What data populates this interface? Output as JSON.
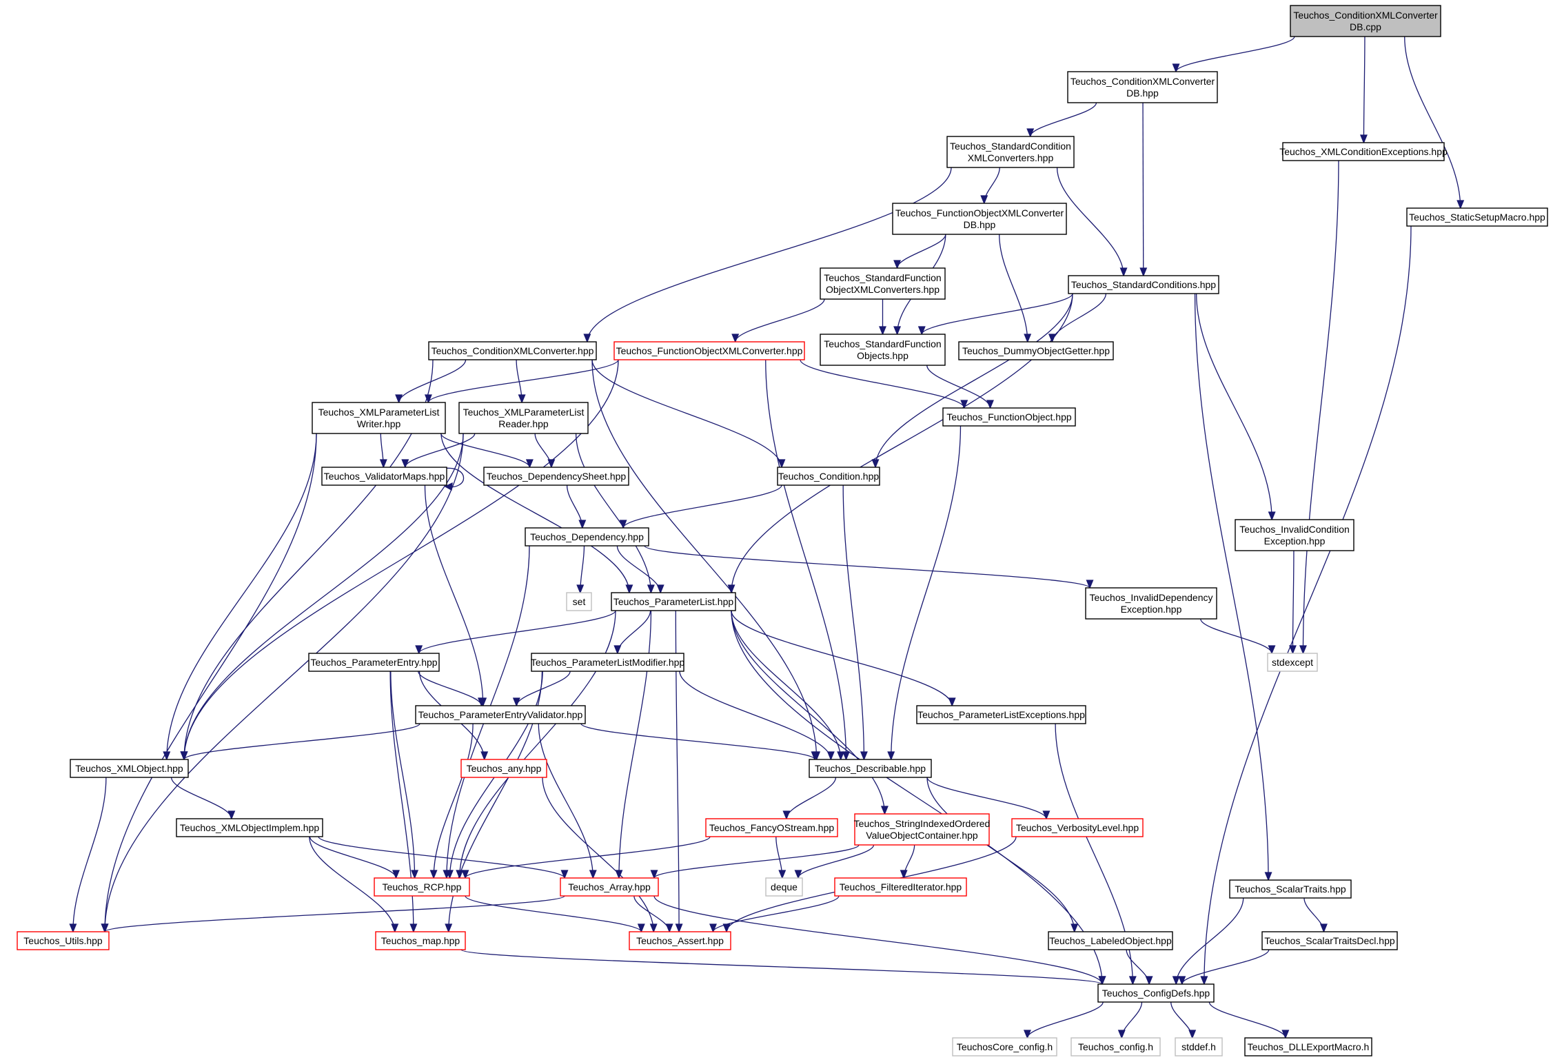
{
  "title": "Teuchos_ConditionXMLConverterDB.cpp include dependency graph",
  "colors": {
    "edge": "#191970",
    "normal_border": "#000000",
    "truncated_border": "#ff0000",
    "system_border": "#bfbfbf",
    "root_fill": "#bfbfbf"
  },
  "nodes": [
    {
      "id": "root",
      "lines": [
        "Teuchos_ConditionXMLConverter",
        "DB.cpp"
      ],
      "kind": "root"
    },
    {
      "id": "condxmlconvdb_hpp",
      "lines": [
        "Teuchos_ConditionXMLConverter",
        "DB.hpp"
      ],
      "kind": "normal"
    },
    {
      "id": "xmlcondexc",
      "lines": [
        "Teuchos_XMLConditionExceptions.hpp"
      ],
      "kind": "normal"
    },
    {
      "id": "staticsetup",
      "lines": [
        "Teuchos_StaticSetupMacro.hpp"
      ],
      "kind": "normal"
    },
    {
      "id": "stdcondxmlconv",
      "lines": [
        "Teuchos_StandardCondition",
        "XMLConverters.hpp"
      ],
      "kind": "normal"
    },
    {
      "id": "funcobjxmlconvdb",
      "lines": [
        "Teuchos_FunctionObjectXMLConverter",
        "DB.hpp"
      ],
      "kind": "normal"
    },
    {
      "id": "stdconditions",
      "lines": [
        "Teuchos_StandardConditions.hpp"
      ],
      "kind": "normal"
    },
    {
      "id": "stdfuncobjxmlconv",
      "lines": [
        "Teuchos_StandardFunction",
        "ObjectXMLConverters.hpp"
      ],
      "kind": "normal"
    },
    {
      "id": "condxmlconv",
      "lines": [
        "Teuchos_ConditionXMLConverter.hpp"
      ],
      "kind": "normal"
    },
    {
      "id": "funcobjxmlconv",
      "lines": [
        "Teuchos_FunctionObjectXMLConverter.hpp"
      ],
      "kind": "red"
    },
    {
      "id": "stdfuncobj",
      "lines": [
        "Teuchos_StandardFunction",
        "Objects.hpp"
      ],
      "kind": "normal"
    },
    {
      "id": "dummyobj",
      "lines": [
        "Teuchos_DummyObjectGetter.hpp"
      ],
      "kind": "normal"
    },
    {
      "id": "xmlplwriter",
      "lines": [
        "Teuchos_XMLParameterList",
        "Writer.hpp"
      ],
      "kind": "normal"
    },
    {
      "id": "xmlplreader",
      "lines": [
        "Teuchos_XMLParameterList",
        "Reader.hpp"
      ],
      "kind": "normal"
    },
    {
      "id": "funcobj",
      "lines": [
        "Teuchos_FunctionObject.hpp"
      ],
      "kind": "normal"
    },
    {
      "id": "validatormaps",
      "lines": [
        "Teuchos_ValidatorMaps.hpp"
      ],
      "kind": "normal"
    },
    {
      "id": "depsheet",
      "lines": [
        "Teuchos_DependencySheet.hpp"
      ],
      "kind": "normal"
    },
    {
      "id": "condition",
      "lines": [
        "Teuchos_Condition.hpp"
      ],
      "kind": "normal"
    },
    {
      "id": "invalidcondexc",
      "lines": [
        "Teuchos_InvalidCondition",
        "Exception.hpp"
      ],
      "kind": "normal"
    },
    {
      "id": "dependency",
      "lines": [
        "Teuchos_Dependency.hpp"
      ],
      "kind": "normal"
    },
    {
      "id": "set",
      "lines": [
        "set"
      ],
      "kind": "gray"
    },
    {
      "id": "paramlist",
      "lines": [
        "Teuchos_ParameterList.hpp"
      ],
      "kind": "normal"
    },
    {
      "id": "invaliddepexc",
      "lines": [
        "Teuchos_InvalidDependency",
        "Exception.hpp"
      ],
      "kind": "normal"
    },
    {
      "id": "stdexcept",
      "lines": [
        "stdexcept"
      ],
      "kind": "gray"
    },
    {
      "id": "paramentry",
      "lines": [
        "Teuchos_ParameterEntry.hpp"
      ],
      "kind": "normal"
    },
    {
      "id": "plmodifier",
      "lines": [
        "Teuchos_ParameterListModifier.hpp"
      ],
      "kind": "normal"
    },
    {
      "id": "plexceptions",
      "lines": [
        "Teuchos_ParameterListExceptions.hpp"
      ],
      "kind": "normal"
    },
    {
      "id": "peval",
      "lines": [
        "Teuchos_ParameterEntryValidator.hpp"
      ],
      "kind": "normal"
    },
    {
      "id": "xmlobject",
      "lines": [
        "Teuchos_XMLObject.hpp"
      ],
      "kind": "normal"
    },
    {
      "id": "any",
      "lines": [
        "Teuchos_any.hpp"
      ],
      "kind": "red"
    },
    {
      "id": "describable",
      "lines": [
        "Teuchos_Describable.hpp"
      ],
      "kind": "normal"
    },
    {
      "id": "xmlobjimpl",
      "lines": [
        "Teuchos_XMLObjectImplem.hpp"
      ],
      "kind": "normal"
    },
    {
      "id": "fancyostream",
      "lines": [
        "Teuchos_FancyOStream.hpp"
      ],
      "kind": "red"
    },
    {
      "id": "strindexed",
      "lines": [
        "Teuchos_StringIndexedOrdered",
        "ValueObjectContainer.hpp"
      ],
      "kind": "red"
    },
    {
      "id": "verbosity",
      "lines": [
        "Teuchos_VerbosityLevel.hpp"
      ],
      "kind": "red"
    },
    {
      "id": "rcp",
      "lines": [
        "Teuchos_RCP.hpp"
      ],
      "kind": "red"
    },
    {
      "id": "array",
      "lines": [
        "Teuchos_Array.hpp"
      ],
      "kind": "red"
    },
    {
      "id": "deque",
      "lines": [
        "deque"
      ],
      "kind": "gray"
    },
    {
      "id": "filterediter",
      "lines": [
        "Teuchos_FilteredIterator.hpp"
      ],
      "kind": "red"
    },
    {
      "id": "scalartraits",
      "lines": [
        "Teuchos_ScalarTraits.hpp"
      ],
      "kind": "normal"
    },
    {
      "id": "utils",
      "lines": [
        "Teuchos_Utils.hpp"
      ],
      "kind": "red"
    },
    {
      "id": "map",
      "lines": [
        "Teuchos_map.hpp"
      ],
      "kind": "red"
    },
    {
      "id": "assert",
      "lines": [
        "Teuchos_Assert.hpp"
      ],
      "kind": "red"
    },
    {
      "id": "labeledobj",
      "lines": [
        "Teuchos_LabeledObject.hpp"
      ],
      "kind": "normal"
    },
    {
      "id": "scalartraitsdecl",
      "lines": [
        "Teuchos_ScalarTraitsDecl.hpp"
      ],
      "kind": "normal"
    },
    {
      "id": "configdefs",
      "lines": [
        "Teuchos_ConfigDefs.hpp"
      ],
      "kind": "normal"
    },
    {
      "id": "coreconfig",
      "lines": [
        "TeuchosCore_config.h"
      ],
      "kind": "gray"
    },
    {
      "id": "config",
      "lines": [
        "Teuchos_config.h"
      ],
      "kind": "gray"
    },
    {
      "id": "stddef",
      "lines": [
        "stddef.h"
      ],
      "kind": "gray"
    },
    {
      "id": "dllexport",
      "lines": [
        "Teuchos_DLLExportMacro.h"
      ],
      "kind": "normal"
    }
  ],
  "edges": [
    [
      "root",
      "condxmlconvdb_hpp"
    ],
    [
      "root",
      "xmlcondexc"
    ],
    [
      "root",
      "staticsetup"
    ],
    [
      "condxmlconvdb_hpp",
      "stdcondxmlconv"
    ],
    [
      "condxmlconvdb_hpp",
      "stdconditions"
    ],
    [
      "stdcondxmlconv",
      "funcobjxmlconvdb"
    ],
    [
      "stdcondxmlconv",
      "stdconditions"
    ],
    [
      "stdcondxmlconv",
      "condxmlconv"
    ],
    [
      "funcobjxmlconvdb",
      "stdfuncobjxmlconv"
    ],
    [
      "funcobjxmlconvdb",
      "stdfuncobj"
    ],
    [
      "funcobjxmlconvdb",
      "dummyobj"
    ],
    [
      "stdfuncobjxmlconv",
      "funcobjxmlconv"
    ],
    [
      "stdfuncobjxmlconv",
      "stdfuncobj"
    ],
    [
      "stdconditions",
      "stdfuncobj"
    ],
    [
      "stdconditions",
      "dummyobj"
    ],
    [
      "stdconditions",
      "condition"
    ],
    [
      "stdconditions",
      "paramlist"
    ],
    [
      "stdconditions",
      "invalidcondexc"
    ],
    [
      "stdconditions",
      "scalartraits"
    ],
    [
      "condxmlconv",
      "xmlplwriter"
    ],
    [
      "condxmlconv",
      "xmlplreader"
    ],
    [
      "condxmlconv",
      "condition"
    ],
    [
      "condxmlconv",
      "describable"
    ],
    [
      "condxmlconv",
      "xmlobject"
    ],
    [
      "funcobjxmlconv",
      "xmlplwriter"
    ],
    [
      "funcobjxmlconv",
      "funcobj"
    ],
    [
      "funcobjxmlconv",
      "describable"
    ],
    [
      "funcobjxmlconv",
      "xmlobject"
    ],
    [
      "stdfuncobj",
      "funcobj"
    ],
    [
      "funcobj",
      "describable"
    ],
    [
      "xmlplwriter",
      "validatormaps"
    ],
    [
      "xmlplwriter",
      "depsheet"
    ],
    [
      "xmlplwriter",
      "paramlist"
    ],
    [
      "xmlplwriter",
      "xmlobject"
    ],
    [
      "xmlplwriter",
      "utils"
    ],
    [
      "xmlplreader",
      "validatormaps"
    ],
    [
      "xmlplreader",
      "depsheet"
    ],
    [
      "xmlplreader",
      "paramlist"
    ],
    [
      "xmlplreader",
      "xmlobject"
    ],
    [
      "xmlplreader",
      "utils"
    ],
    [
      "validatormaps",
      "validatormaps"
    ],
    [
      "validatormaps",
      "peval"
    ],
    [
      "depsheet",
      "dependency"
    ],
    [
      "condition",
      "dependency"
    ],
    [
      "condition",
      "describable"
    ],
    [
      "dependency",
      "set"
    ],
    [
      "dependency",
      "paramlist"
    ],
    [
      "dependency",
      "invaliddepexc"
    ],
    [
      "dependency",
      "rcp"
    ],
    [
      "invalidcondexc",
      "stdexcept"
    ],
    [
      "invaliddepexc",
      "stdexcept"
    ],
    [
      "xmlcondexc",
      "stdexcept"
    ],
    [
      "paramlist",
      "paramentry"
    ],
    [
      "paramlist",
      "plmodifier"
    ],
    [
      "paramlist",
      "plexceptions"
    ],
    [
      "paramlist",
      "describable"
    ],
    [
      "paramlist",
      "strindexed"
    ],
    [
      "paramlist",
      "array"
    ],
    [
      "paramlist",
      "assert"
    ],
    [
      "paramlist",
      "rcp"
    ],
    [
      "paramlist",
      "configdefs"
    ],
    [
      "paramentry",
      "peval"
    ],
    [
      "paramentry",
      "any"
    ],
    [
      "paramentry",
      "rcp"
    ],
    [
      "paramentry",
      "map"
    ],
    [
      "plmodifier",
      "peval"
    ],
    [
      "plmodifier",
      "describable"
    ],
    [
      "plmodifier",
      "rcp"
    ],
    [
      "plmodifier",
      "map"
    ],
    [
      "peval",
      "xmlobject"
    ],
    [
      "peval",
      "describable"
    ],
    [
      "peval",
      "rcp"
    ],
    [
      "peval",
      "array"
    ],
    [
      "xmlobject",
      "xmlobjimpl"
    ],
    [
      "xmlobject",
      "utils"
    ],
    [
      "xmlobjimpl",
      "rcp"
    ],
    [
      "xmlobjimpl",
      "array"
    ],
    [
      "xmlobjimpl",
      "map"
    ],
    [
      "any",
      "assert"
    ],
    [
      "describable",
      "fancyostream"
    ],
    [
      "describable",
      "verbosity"
    ],
    [
      "describable",
      "labeledobj"
    ],
    [
      "fancyostream",
      "rcp"
    ],
    [
      "fancyostream",
      "deque"
    ],
    [
      "strindexed",
      "array"
    ],
    [
      "strindexed",
      "deque"
    ],
    [
      "strindexed",
      "filterediter"
    ],
    [
      "verbosity",
      "assert"
    ],
    [
      "filterediter",
      "assert"
    ],
    [
      "rcp",
      "assert"
    ],
    [
      "array",
      "utils"
    ],
    [
      "array",
      "assert"
    ],
    [
      "array",
      "configdefs"
    ],
    [
      "map",
      "configdefs"
    ],
    [
      "plexceptions",
      "configdefs"
    ],
    [
      "labeledobj",
      "configdefs"
    ],
    [
      "scalartraits",
      "scalartraitsdecl"
    ],
    [
      "scalartraits",
      "configdefs"
    ],
    [
      "scalartraitsdecl",
      "configdefs"
    ],
    [
      "staticsetup",
      "configdefs"
    ],
    [
      "configdefs",
      "coreconfig"
    ],
    [
      "configdefs",
      "config"
    ],
    [
      "configdefs",
      "stddef"
    ],
    [
      "configdefs",
      "dllexport"
    ]
  ]
}
